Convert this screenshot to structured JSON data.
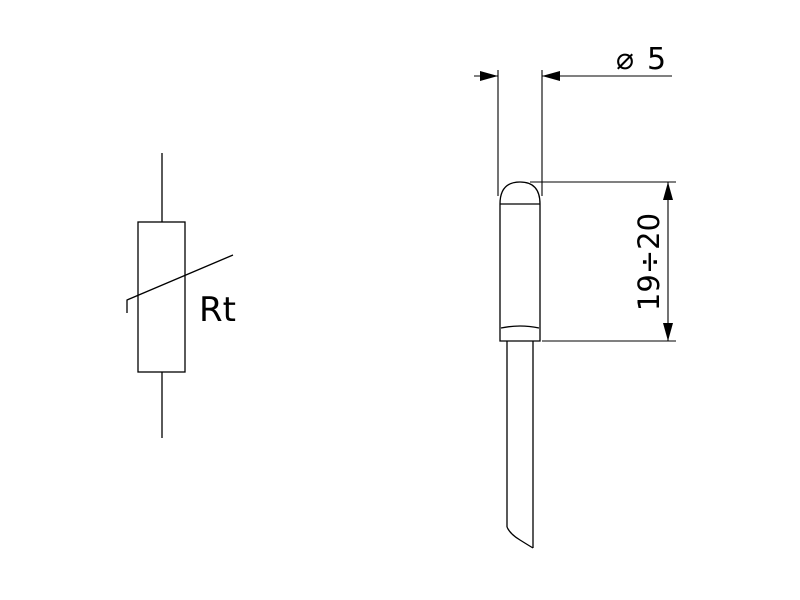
{
  "symbol": {
    "label": "Rt"
  },
  "dimensions": {
    "diameter": {
      "symbol": "⌀",
      "value": "5"
    },
    "length": {
      "value": "19÷20"
    }
  },
  "colors": {
    "line": "#000000",
    "background": "#ffffff"
  }
}
